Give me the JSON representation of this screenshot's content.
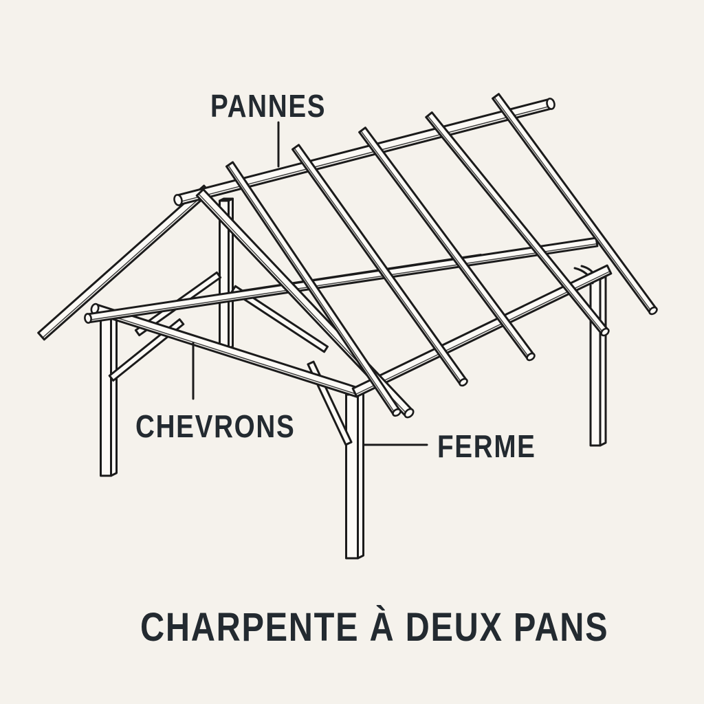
{
  "diagram": {
    "subject": "Technical line drawing of a gable-roof timber frame (two-slope roof carpentry)",
    "labels": {
      "pannes": "PANNES",
      "chevrons": "CHEVRONS",
      "ferme": "FERME"
    },
    "title": "CHARPENTE À DEUX PANS"
  },
  "colors": {
    "background": "#f5f2ec",
    "line": "#1b1b1b",
    "text": "#232a30",
    "beam_fill": "#fcfaf6"
  }
}
